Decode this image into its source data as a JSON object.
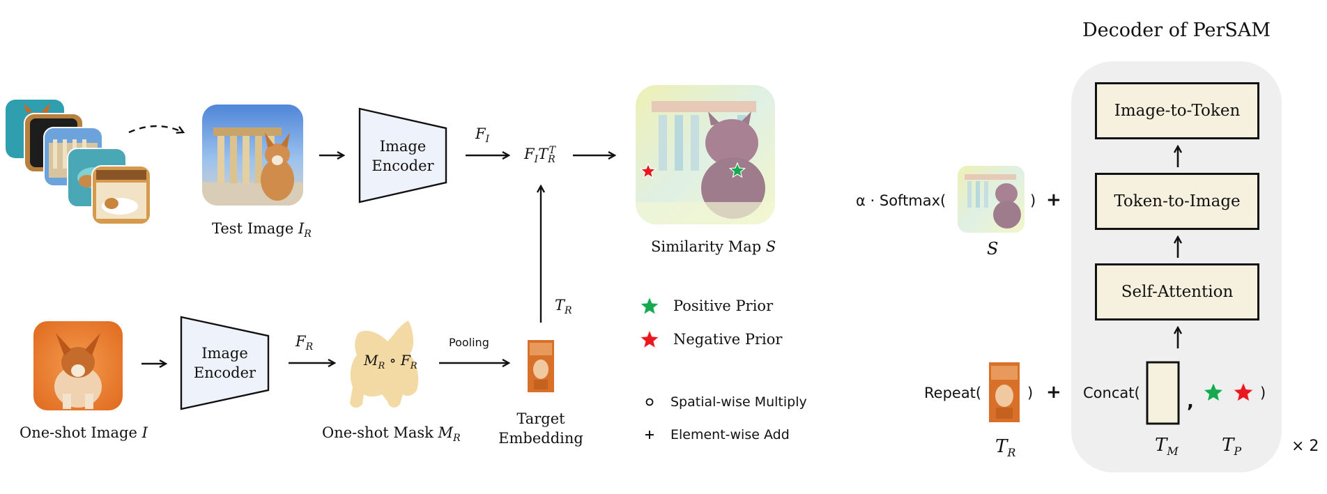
{
  "pipeline": {
    "test_image_label": "Test Image",
    "test_image_symbol": "I",
    "test_image_sub": "R",
    "encoder_top_line1": "Image",
    "encoder_top_line2": "Encoder",
    "fi_label": "F",
    "fi_sub": "I",
    "product_label": "F",
    "product_sub1": "I",
    "product_mid": "T",
    "product_sub2": "R",
    "product_sup": "T",
    "similarity_label": "Similarity Map",
    "similarity_symbol": "S",
    "oneshot_image_label": "One-shot Image",
    "oneshot_image_symbol": "I",
    "encoder_bottom_line1": "Image",
    "encoder_bottom_line2": "Encoder",
    "fr_label": "F",
    "fr_sub": "R",
    "mask_formula_m": "M",
    "mask_formula_msub": "R",
    "mask_formula_op": "∘",
    "mask_formula_f": "F",
    "mask_formula_fsub": "R",
    "mask_label": "One-shot Mask",
    "mask_symbol": "M",
    "mask_symbol_sub": "R",
    "pooling_label": "Pooling",
    "tr_label": "T",
    "tr_sub": "R",
    "target_line1": "Target",
    "target_line2": "Embedding"
  },
  "legend": {
    "positive": "Positive Prior",
    "negative": "Negative Prior",
    "spatial": "Spatial-wise Multiply",
    "element": "Element-wise Add"
  },
  "decoder": {
    "title": "Decoder of PerSAM",
    "alpha_prefix": "α · Softmax(",
    "alpha_close": ")",
    "plus1": "+",
    "s_symbol": "S",
    "blocks": [
      "Image-to-Token",
      "Token-to-Image",
      "Self-Attention"
    ],
    "repeat_prefix": "Repeat(",
    "repeat_close": ")",
    "plus2": "+",
    "concat_prefix": "Concat(",
    "concat_comma": ",",
    "concat_close": ")",
    "tr_symbol": "T",
    "tr_sub": "R",
    "tm_symbol": "T",
    "tm_sub": "M",
    "tp_symbol": "T",
    "tp_sub": "P",
    "repeat_count": "× 2"
  },
  "colors": {
    "encoder_fill": "#eef2fb",
    "decoder_panel": "#efefef",
    "block_fill": "#f6f1de",
    "mask_fill": "#f3d9a4",
    "positive_star": "#18a850",
    "negative_star": "#e8191e"
  }
}
